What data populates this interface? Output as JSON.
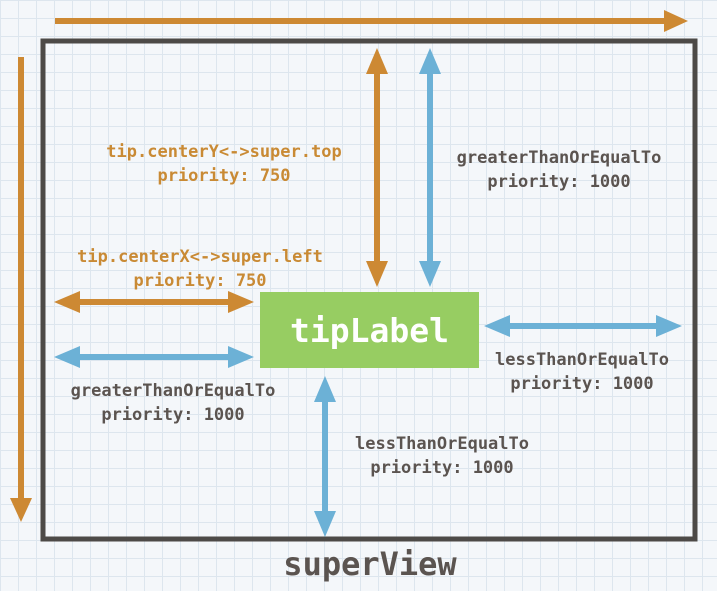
{
  "colors": {
    "orange": "#cd8933",
    "blue": "#6cb1d6",
    "green": "#97cd62",
    "dark": "#4d4a47",
    "text_dark": "#5b5450",
    "text_orange": "#c98a34"
  },
  "tip_label": "tipLabel",
  "superview_caption": "superView",
  "constraints": {
    "center_y": {
      "name": "tip.centerY<->super.top",
      "priority": "priority: 750"
    },
    "center_x": {
      "name": "tip.centerX<->super.left",
      "priority": "priority: 750"
    },
    "top": {
      "name": "greaterThanOrEqualTo",
      "priority": "priority: 1000"
    },
    "left": {
      "name": "greaterThanOrEqualTo",
      "priority": "priority: 1000"
    },
    "right": {
      "name": "lessThanOrEqualTo",
      "priority": "priority: 1000"
    },
    "bottom": {
      "name": "lessThanOrEqualTo",
      "priority": "priority: 1000"
    }
  }
}
